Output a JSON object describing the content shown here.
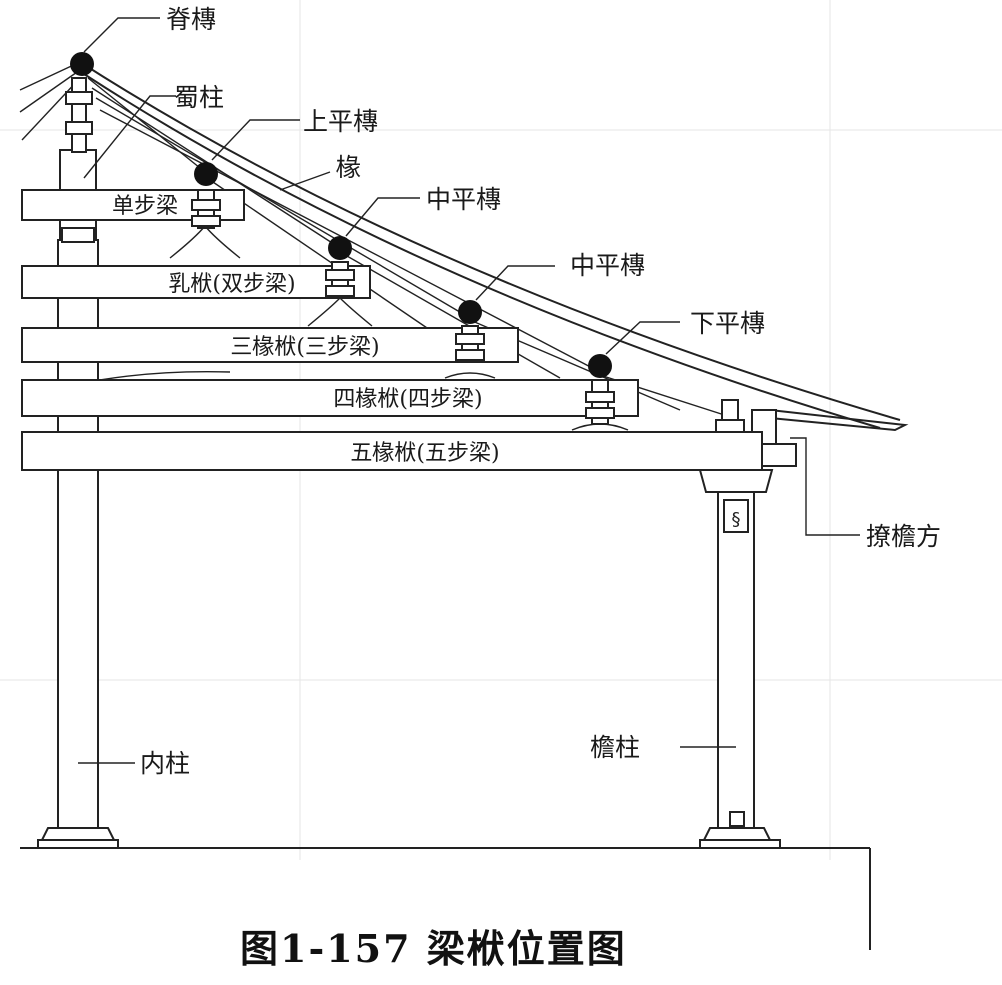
{
  "labels": {
    "ridge_purlin": "脊槫",
    "king_post": "蜀柱",
    "upper_purlin": "上平槫",
    "rafter": "椽",
    "middle_purlin_1": "中平槫",
    "middle_purlin_2": "中平槫",
    "lower_purlin": "下平槫",
    "eave_tie_beam": "撩檐方",
    "inner_column": "内柱",
    "eave_column": "檐柱"
  },
  "beams": {
    "single_step": "单步梁",
    "double_step": "乳栿(双步梁)",
    "triple_step": "三椽栿(三步梁)",
    "quad_step": "四椽栿(四步梁)",
    "five_step": "五椽栿(五步梁)"
  },
  "caption": "图1-157 梁栿位置图"
}
